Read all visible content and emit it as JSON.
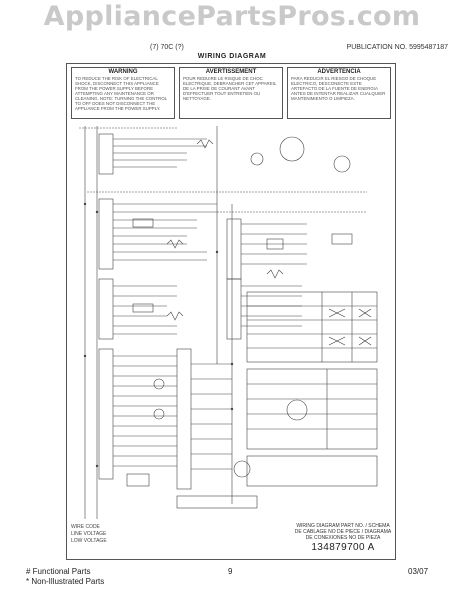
{
  "watermark": "AppliancePartsPros.com",
  "header": {
    "left": "(7) 70C (?)",
    "right_label": "PUBLICATION NO.",
    "right_value": "5995487187",
    "title": "WIRING DIAGRAM"
  },
  "warnings": [
    {
      "title": "WARNING",
      "body": "TO REDUCE THE RISK OF ELECTRICAL SHOCK, DISCONNECT THIS APPLIANCE FROM THE POWER SUPPLY BEFORE ATTEMPTING ANY MAINTENANCE OR CLEANING. NOTE: TURNING THE CONTROL TO OFF DOES NOT DISCONNECT THE APPLIANCE FROM THE POWER SUPPLY."
    },
    {
      "title": "AVERTISSEMENT",
      "body": "POUR REDUIRE LE RISQUE DE CHOC ELECTRIQUE, DEBRANCHER CET APPAREIL DE LA PRISE DE COURANT AVANT D'EFFECTUER TOUT ENTRETIEN OU NETTOYAGE."
    },
    {
      "title": "ADVERTENCIA",
      "body": "PARA REDUCIR EL RIESGO DE CHOQUE ELECTRICO, DESCONECTE ESTE ARTEFACTO DE LA FUENTE DE ENERGIA ANTES DE INTENTAR REALIZAR CUALQUIER MANTENIMIENTO O LIMPIEZA."
    }
  ],
  "partno": {
    "label": "WIRING DIAGRAM PART NO. / SCHEMA DE CABLAGE NO DE PIECE / DIAGRAMA DE CONEXIONES NO DE PIEZA",
    "value": "134879700 A"
  },
  "legend": {
    "line1": "WIRE CODE",
    "line2": "LINE VOLTAGE",
    "line3": "LOW VOLTAGE"
  },
  "footer": {
    "left_line1": "# Functional Parts",
    "left_line2": "* Non-Illustrated Parts",
    "page": "9",
    "date": "03/07"
  }
}
